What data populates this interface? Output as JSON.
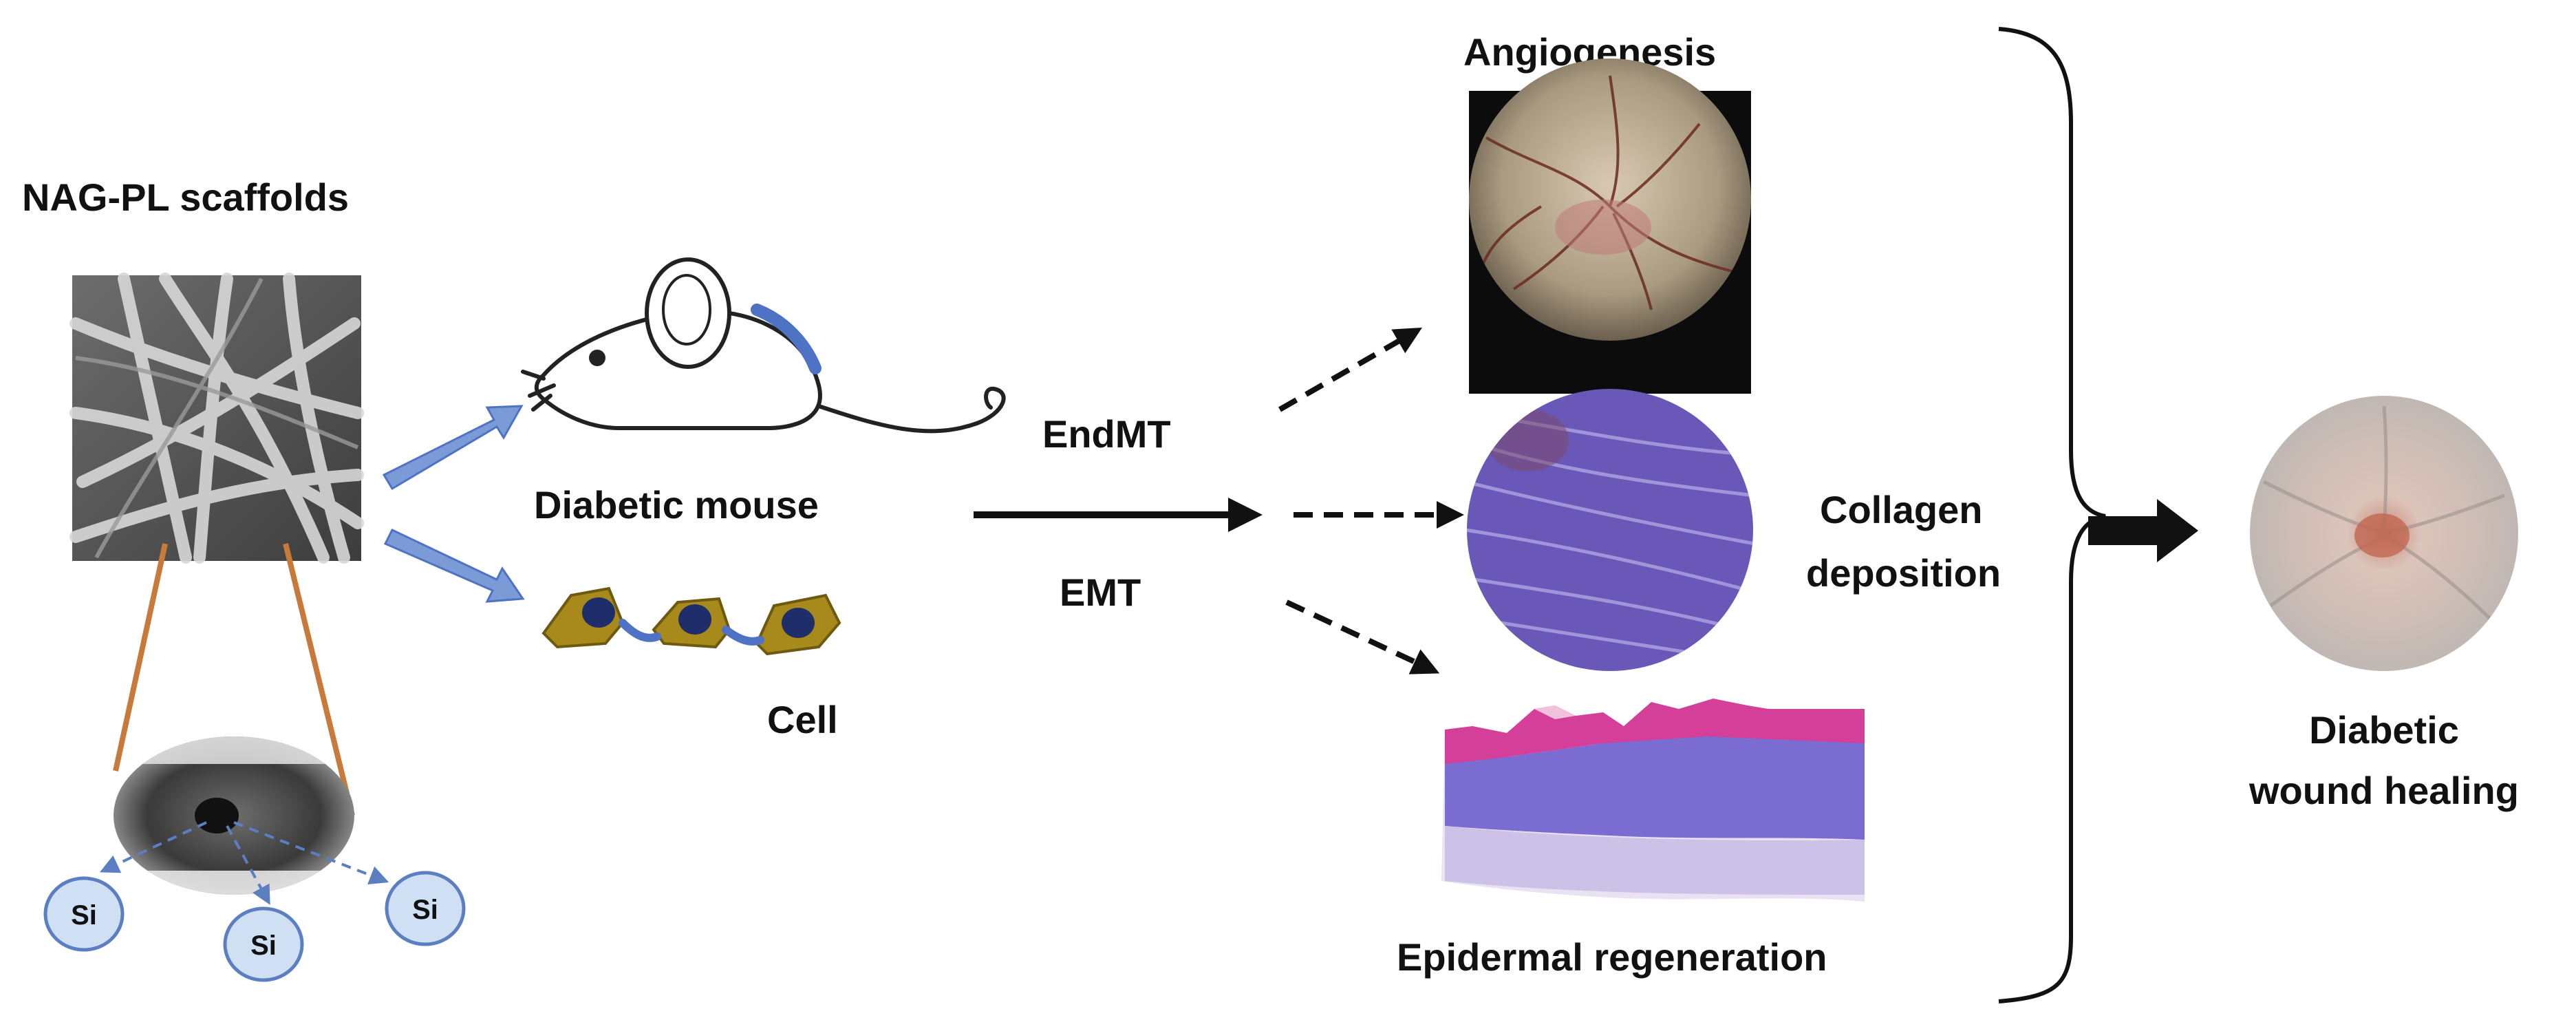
{
  "labels": {
    "scaffold_title": "NAG-PL scaffolds",
    "mouse": "Diabetic mouse",
    "cell": "Cell",
    "endmt": "EndMT",
    "emt": "EMT",
    "angiogenesis": "Angiogenesis",
    "collagen_line1": "Collagen",
    "collagen_line2": "deposition",
    "epidermal": "Epidermal regeneration",
    "healing_line1": "Diabetic",
    "healing_line2": "wound healing",
    "si_1": "Si",
    "si_2": "Si",
    "si_3": "Si"
  },
  "colors": {
    "arrow_blue": "#7b9bd6",
    "mouse_accent": "#4f73c4",
    "cell_fill": "#a8891c",
    "nucleus": "#1f2d6b",
    "zoom_line": "#c87a3a",
    "si_fill": "#cfe0f5",
    "si_stroke": "#5b7fc0",
    "angio_bg": "#b9a98e",
    "collagen": "#6a58b8",
    "epidermis": "#d43f9a",
    "dermis": "#7a6cd0",
    "wound": "#d9ccc4"
  },
  "icons": [
    "scaffold-sem-image",
    "tem-zoom-image",
    "mouse-illustration",
    "cell-illustration",
    "angiogenesis-image",
    "collagen-stain-image",
    "epidermis-histology-image",
    "wound-photo"
  ]
}
